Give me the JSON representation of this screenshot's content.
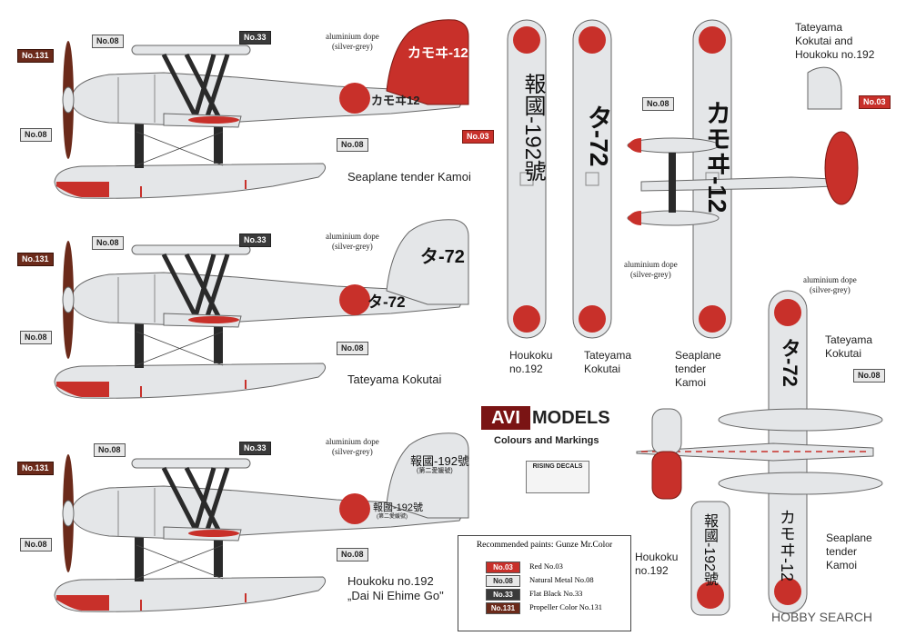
{
  "tags": {
    "no08": "No.08",
    "no33": "No.33",
    "no131": "No.131",
    "no03": "No.03"
  },
  "dope": {
    "line1": "aluminium dope",
    "line2": "(silver-grey)"
  },
  "profiles": [
    {
      "caption": "Seaplane tender Kamoi",
      "tail_code": "カモヰ-12",
      "fuselage_code": "カモヰ12"
    },
    {
      "caption": "Tateyama Kokutai",
      "tail_code": "タ-72",
      "fuselage_code": "タ-72"
    },
    {
      "caption_line1": "Houkoku no.192",
      "caption_line2": "„Dai Ni Ehime Go\"",
      "tail_code": "報國-192號",
      "tail_sub": "(第二愛媛號)",
      "fuselage_code": "報國-192號",
      "fuselage_sub": "(第二愛媛號)"
    }
  ],
  "wing_views": {
    "houkoku": {
      "caption_line1": "Houkoku",
      "caption_line2": "no.192",
      "text": "報國-192號"
    },
    "tateyama": {
      "caption_line1": "Tateyama",
      "caption_line2": "Kokutai",
      "text": "タ-72"
    },
    "kamoi": {
      "caption_line1": "Seaplane",
      "caption_line2": "tender",
      "caption_line3": "Kamoi",
      "text": "カモヰ-12"
    }
  },
  "tail_inset": {
    "line1": "Tateyama",
    "line2": "Kokutai and",
    "line3": "Houkoku no.192"
  },
  "underside": {
    "tateyama": {
      "line1": "Tateyama",
      "line2": "Kokutai",
      "code": "タ-72"
    },
    "houkoku": {
      "line1": "Houkoku",
      "line2": "no.192",
      "code": "報國-192號"
    },
    "kamoi": {
      "line1": "Seaplane",
      "line2": "tender",
      "line3": "Kamoi",
      "code": "カモヰ-12"
    }
  },
  "brand": {
    "avi": "AVI",
    "models": "MODELS",
    "subtitle": "Colours and Markings",
    "decals": "RISING DECALS"
  },
  "legend": {
    "title": "Recommended paints: Gunze Mr.Color",
    "rows": [
      {
        "code": "No.03",
        "name": "Red No.03",
        "color": "#c8302a"
      },
      {
        "code": "No.08",
        "name": "Natural Metal No.08",
        "color": "#e8e8e8"
      },
      {
        "code": "No.33",
        "name": "Flat Black No.33",
        "color": "#3a3a3a"
      },
      {
        "code": "No.131",
        "name": "Propeller Color No.131",
        "color": "#6b2a1a"
      }
    ]
  },
  "watermark": "HOBBY SEARCH",
  "colors": {
    "red": "#c8302a",
    "silver": "#e4e6e8",
    "black": "#2a2a2a",
    "prop": "#6b2a1a"
  }
}
